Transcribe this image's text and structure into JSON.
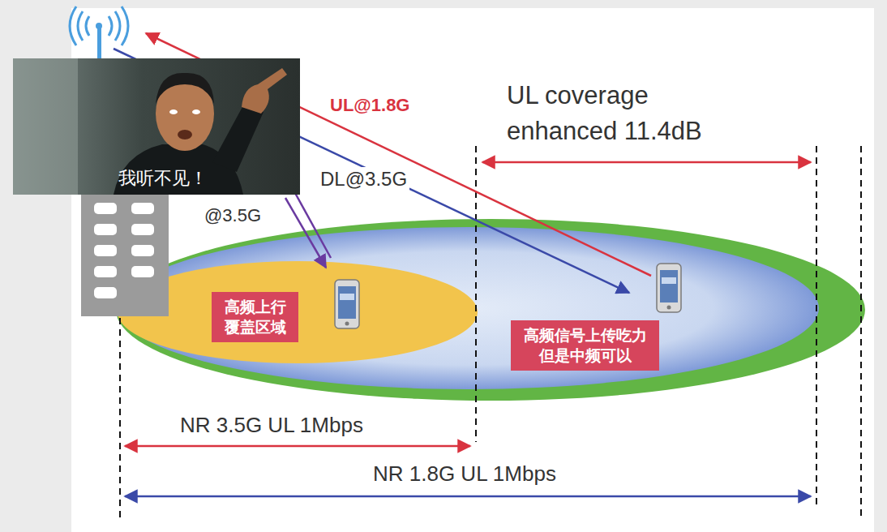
{
  "diagram": {
    "nodes": [
      {
        "text": [
          "高频上行 覆盖区域"
        ]
      },
      {
        "text": [
          "高频信号上传吃力 但是中频可以"
        ]
      }
    ],
    "labels": [
      "我听不见！",
      "UL@1.8G",
      "UL coverage enhanced 11.4dB",
      "DL@3.5G",
      "@3.5G",
      "NR 3.5G UL 1Mbps",
      "NR 1.8G UL 1Mbps"
    ]
  }
}
